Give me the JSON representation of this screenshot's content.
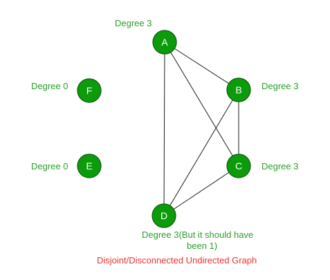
{
  "colors": {
    "node_fill": "#0b9b0b",
    "node_stroke": "#0a5e0a",
    "edge": "#1a1a1a",
    "degree_text": "#2aa02a",
    "caption_text": "#e8332e"
  },
  "nodes": [
    {
      "id": "A",
      "label": "A",
      "degree_label": "Degree 3"
    },
    {
      "id": "B",
      "label": "B",
      "degree_label": "Degree 3"
    },
    {
      "id": "C",
      "label": "C",
      "degree_label": "Degree 3"
    },
    {
      "id": "D",
      "label": "D",
      "degree_label_line1": "Degree 3(But it should have",
      "degree_label_line2": "been 1)"
    },
    {
      "id": "E",
      "label": "E",
      "degree_label": "Degree 0"
    },
    {
      "id": "F",
      "label": "F",
      "degree_label": "Degree 0"
    }
  ],
  "edges": [
    {
      "from": "A",
      "to": "B"
    },
    {
      "from": "A",
      "to": "C"
    },
    {
      "from": "A",
      "to": "D"
    },
    {
      "from": "B",
      "to": "C"
    },
    {
      "from": "B",
      "to": "D"
    },
    {
      "from": "C",
      "to": "D"
    }
  ],
  "caption": "Disjoint/Disconnected Undirected Graph"
}
